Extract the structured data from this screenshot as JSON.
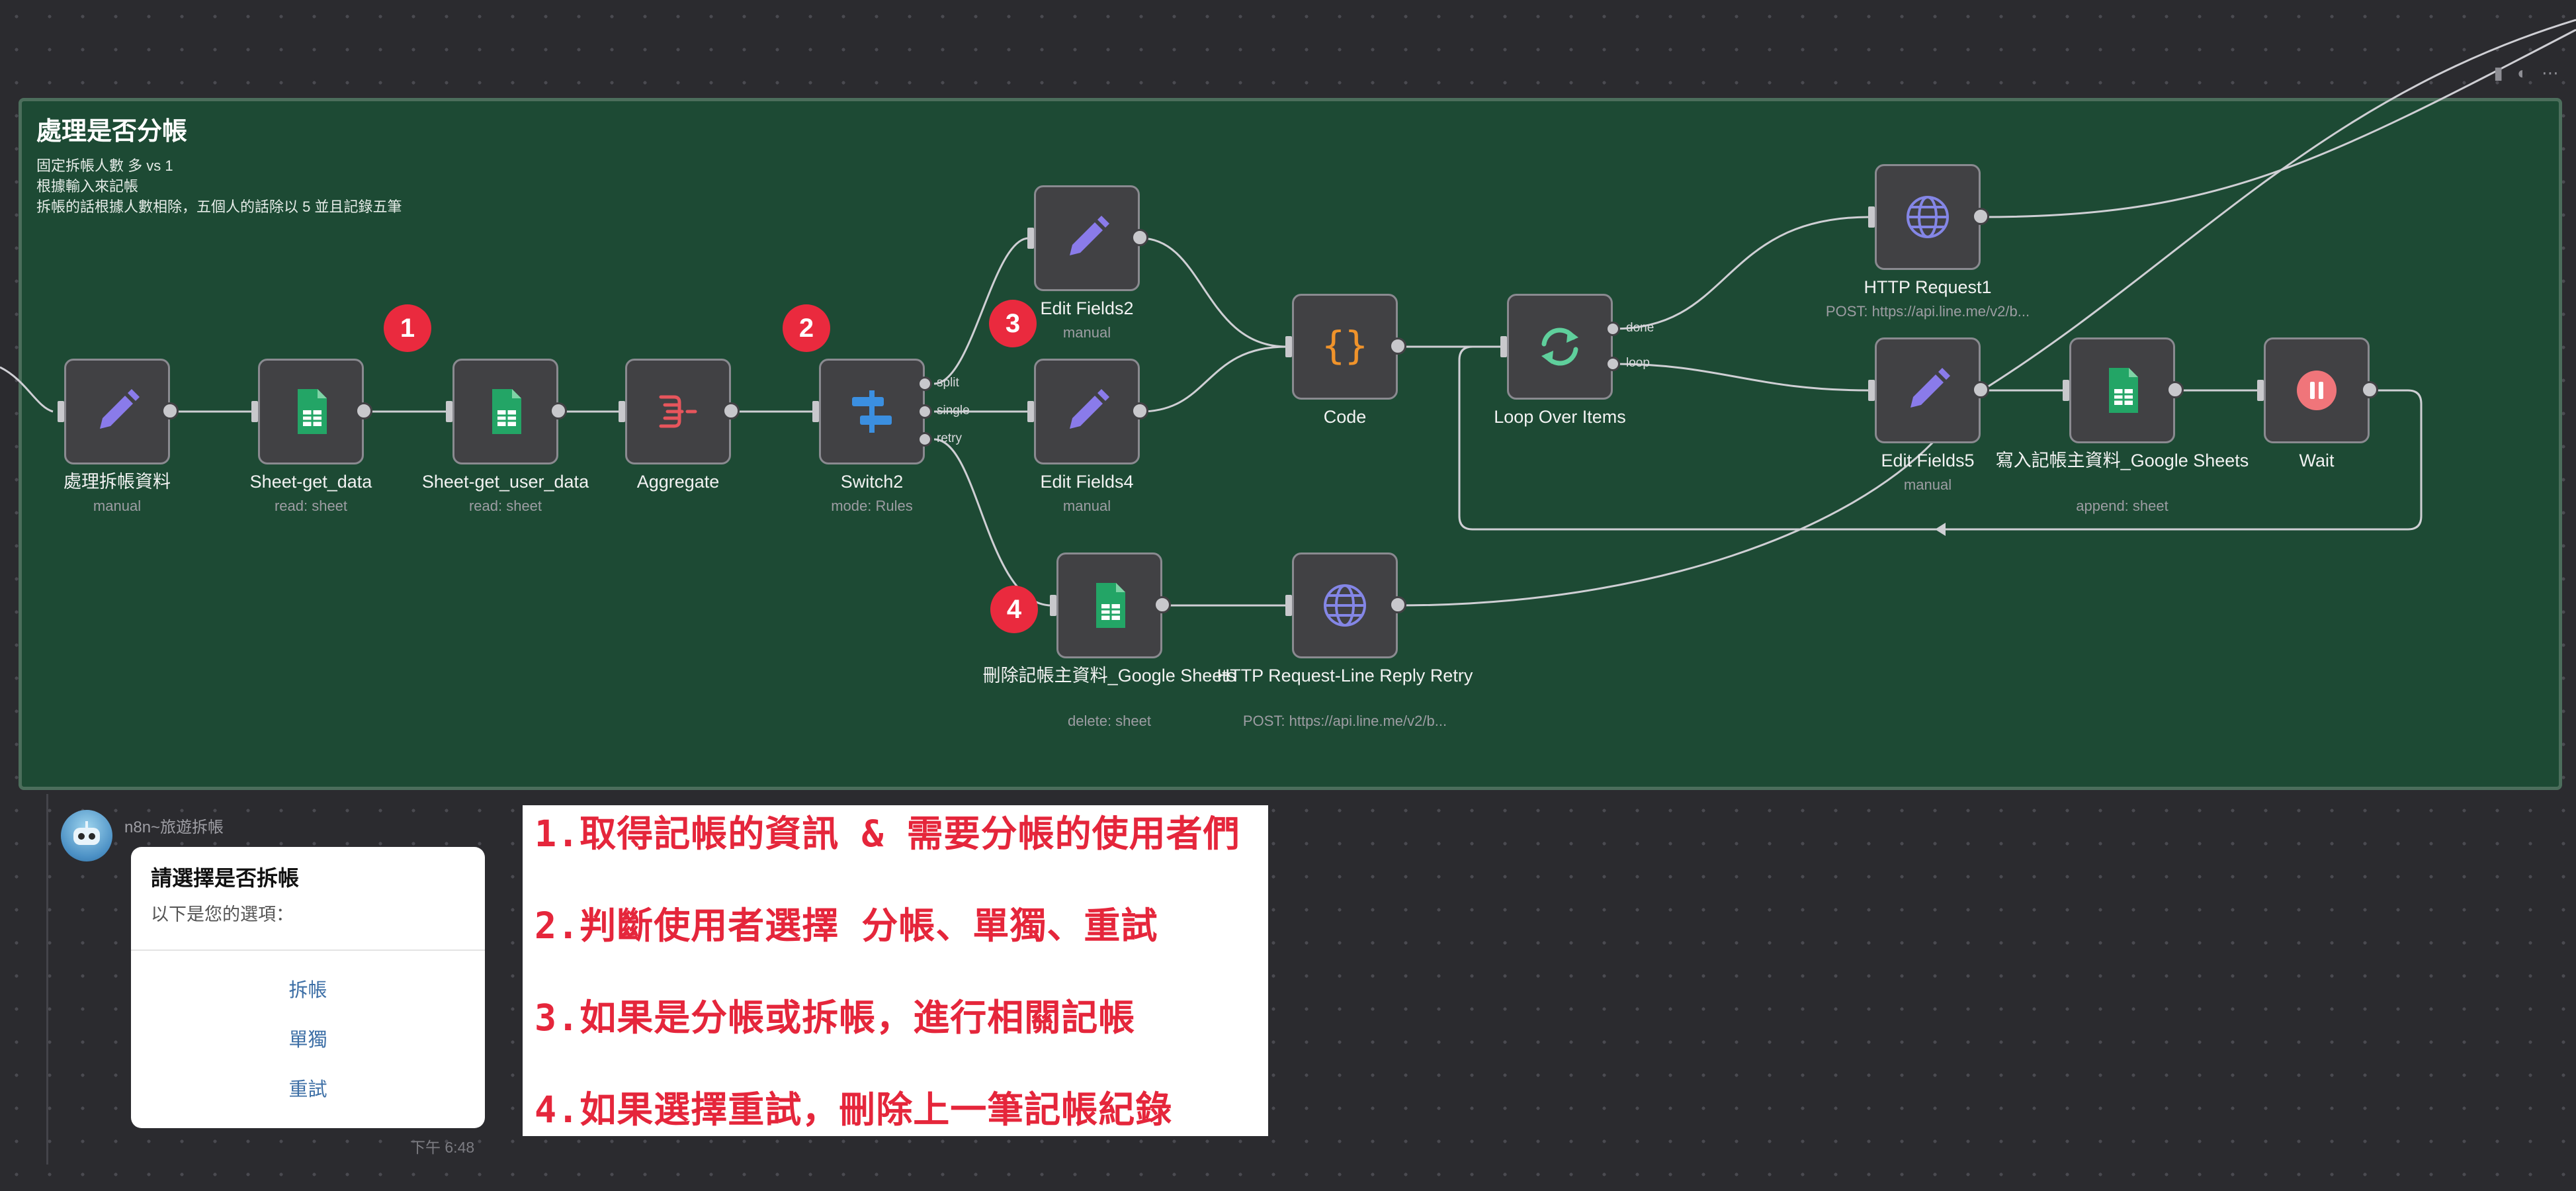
{
  "sticky": {
    "title": "處理是否分帳",
    "notes": [
      "固定拆帳人數 多 vs 1",
      "根據輸入來記帳",
      "拆帳的話根據人數相除，五個人的話除以 5 並且記錄五筆"
    ]
  },
  "nodes": {
    "n1": {
      "title": "處理拆帳資料",
      "sub": "manual",
      "icon": "pencil-icon"
    },
    "n2": {
      "title": "Sheet-get_data",
      "sub": "read: sheet",
      "icon": "google-sheets-icon"
    },
    "n3": {
      "title": "Sheet-get_user_data",
      "sub": "read: sheet",
      "icon": "google-sheets-icon"
    },
    "n4": {
      "title": "Aggregate",
      "sub": "",
      "icon": "aggregate-icon"
    },
    "n5": {
      "title": "Switch2",
      "sub": "mode: Rules",
      "icon": "switch-icon"
    },
    "n6": {
      "title": "Edit Fields2",
      "sub": "manual",
      "icon": "pencil-icon"
    },
    "n7": {
      "title": "Edit Fields4",
      "sub": "manual",
      "icon": "pencil-icon"
    },
    "n8": {
      "title": "刪除記帳主資料_Google Sheets",
      "sub": "delete: sheet",
      "icon": "google-sheets-icon"
    },
    "n9": {
      "title": "Code",
      "sub": "",
      "icon": "code-braces-icon"
    },
    "n10": {
      "title": "HTTP Request-Line Reply Retry",
      "sub": "POST: https://api.line.me/v2/b...",
      "icon": "globe-icon"
    },
    "n11": {
      "title": "Loop Over Items",
      "sub": "",
      "icon": "loop-icon"
    },
    "n12": {
      "title": "HTTP Request1",
      "sub": "POST: https://api.line.me/v2/b...",
      "icon": "globe-icon"
    },
    "n13": {
      "title": "Edit Fields5",
      "sub": "manual",
      "icon": "pencil-icon"
    },
    "n14": {
      "title": "寫入記帳主資料_Google Sheets",
      "sub": "append: sheet",
      "icon": "google-sheets-icon"
    },
    "n15": {
      "title": "Wait",
      "sub": "",
      "icon": "pause-icon"
    }
  },
  "ports": {
    "split": "split",
    "single": "single",
    "retry": "retry",
    "done": "done",
    "loop": "loop"
  },
  "badges": [
    "1",
    "2",
    "3",
    "4"
  ],
  "chat": {
    "bot_name": "n8n~旅遊拆帳",
    "card_title": "請選擇是否拆帳",
    "card_subtitle": "以下是您的選項：",
    "options": [
      "拆帳",
      "單獨",
      "重試"
    ],
    "time": "下午 6:48"
  },
  "annotation": [
    "1.取得記帳的資訊 & 需要分帳的使用者們",
    "2.判斷使用者選擇 分帳、單獨、重試",
    "3.如果是分帳或拆帳，進行相關記帳",
    "4.如果選擇重試，刪除上一筆記帳紀錄"
  ],
  "colors": {
    "sticky_bg": "#1d4a34",
    "node_bg": "#414144",
    "pencil": "#8a7bea",
    "sheets": "#23a566",
    "aggregate": "#e7555c",
    "switch": "#3b8fe0",
    "code": "#f0932b",
    "loop": "#5fcf9c",
    "globe": "#8486e6",
    "wait": "#f0757a",
    "badge": "#ea2a3e",
    "annotation_text": "#e5263b"
  }
}
